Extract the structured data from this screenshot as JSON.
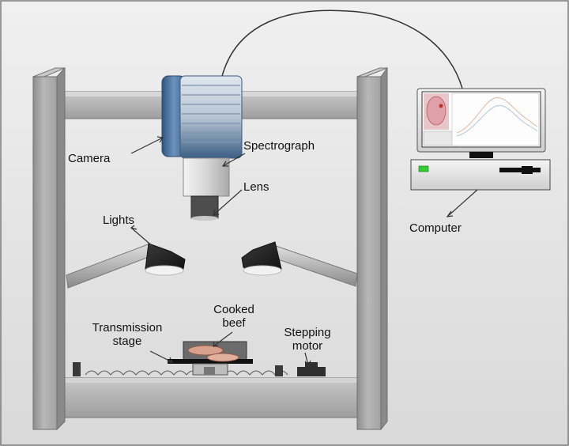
{
  "labels": {
    "camera": "Camera",
    "spectrograph": "Spectrograph",
    "lens": "Lens",
    "lights": "Lights",
    "computer": "Computer",
    "cooked_beef_line1": "Cooked",
    "cooked_beef_line2": "beef",
    "transmission_stage_line1": "Transmission",
    "transmission_stage_line2": "stage",
    "stepping_motor_line1": "Stepping",
    "stepping_motor_line2": "motor"
  },
  "colors": {
    "background_top": "#f0f0f0",
    "background_bottom": "#d9d9d9",
    "frame": "#a8a8a8",
    "camera_body": "#4a6f98",
    "spectrograph_body": "#c4d0dc",
    "lens": "#4d4d4d",
    "monitor_screen": "#ffffff",
    "beef": "#d9a08c",
    "led": "#33cc33"
  }
}
